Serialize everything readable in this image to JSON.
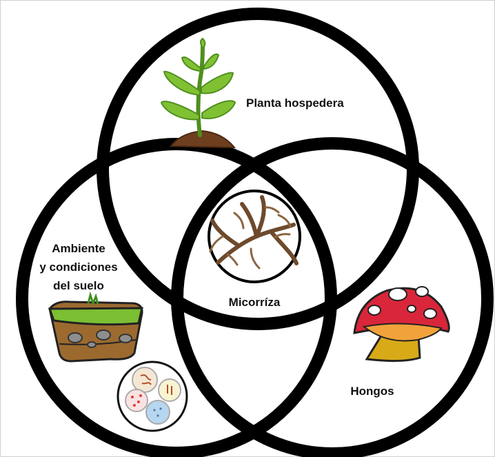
{
  "diagram": {
    "circles": [
      {
        "name": "Planta hospedera"
      },
      {
        "name": "Ambiente y condiciones del suelo"
      },
      {
        "name": "Hongos"
      }
    ],
    "labels": {
      "plant": "Planta hospedera",
      "environment_line1": "Ambiente",
      "environment_line2": "y condiciones",
      "environment_line3": "del suelo",
      "fungi": "Hongos",
      "center": "Micorríza"
    },
    "icons": [
      "plant-sprout-icon",
      "soil-block-icon",
      "microbes-petri-icon",
      "mushroom-icon",
      "roots-icon"
    ],
    "colors": {
      "outline": "#000000",
      "leaf": "#7dbb2c",
      "soil": "#8a5a2b",
      "mushroom_cap": "#d9263a",
      "mushroom_stem": "#d8aa18",
      "roots": "#6b4b2e"
    }
  }
}
